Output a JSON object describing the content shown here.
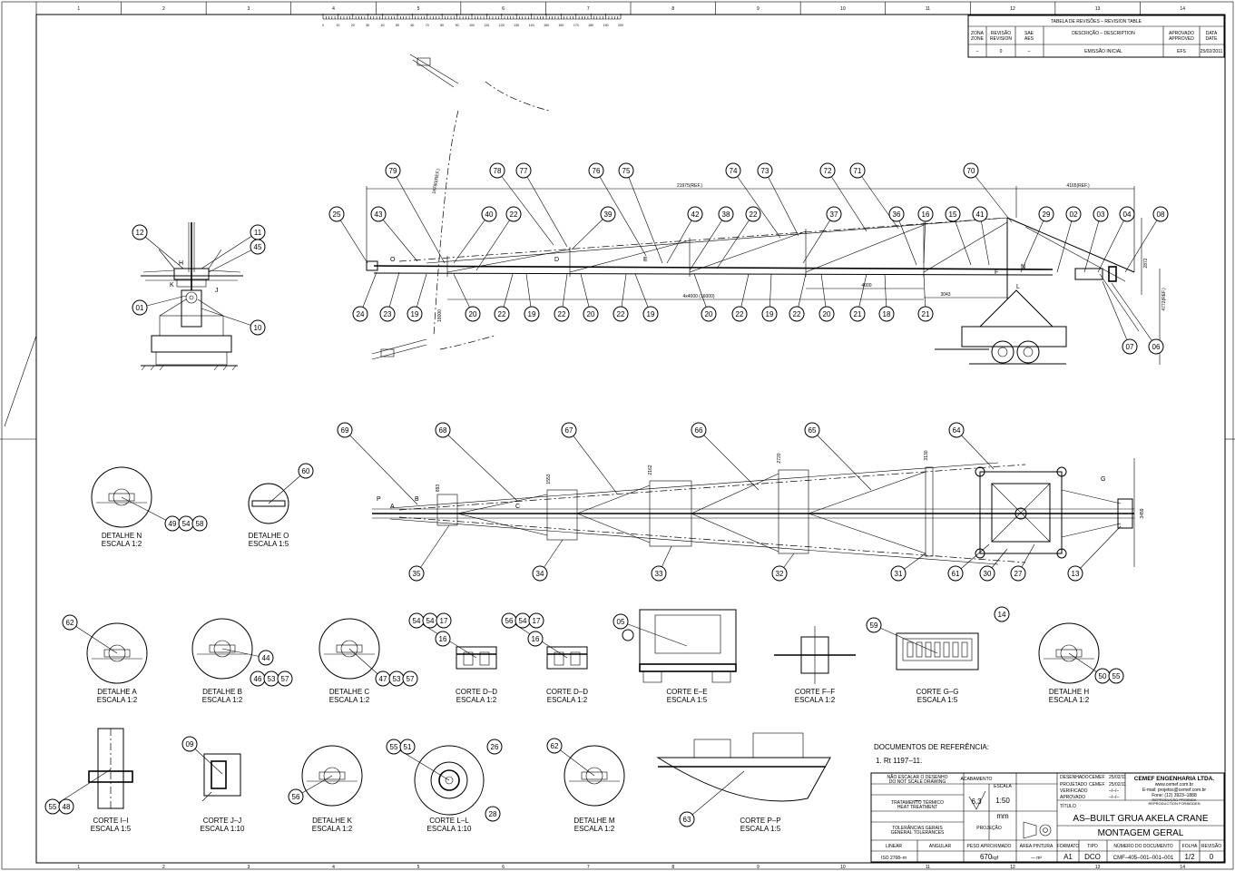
{
  "frame": {
    "columns": [
      "1",
      "2",
      "3",
      "4",
      "5",
      "6",
      "7",
      "8",
      "9",
      "10",
      "11",
      "12",
      "13",
      "14"
    ],
    "scale_ticks": [
      "0",
      "10",
      "20",
      "30",
      "40",
      "50",
      "60",
      "70",
      "80",
      "90",
      "100",
      "110",
      "120",
      "130",
      "140",
      "150",
      "160",
      "170",
      "180",
      "190",
      "200"
    ]
  },
  "revision_table": {
    "title": "TABELA DE REVISÕES – REVISION TABLE",
    "headers": [
      "ZONA\nZONE",
      "REVISÃO\nREVISION",
      "SAE\nAES",
      "DESCRIÇÃO – DESCRIPTION",
      "APROVADO\nAPPROVED",
      "DATA\nDATE"
    ],
    "rows": [
      [
        "–",
        "0",
        "–",
        "EMISSÃO INICIAL",
        "EFS",
        "25/02/2011"
      ]
    ]
  },
  "dimensions": {
    "overall": "21975(REF.)",
    "right": "4165(REF.)",
    "spacing": "4x4000 (16000)",
    "d4000": "4000",
    "d3043": "3043",
    "h2872": "2872",
    "h4772": "4772(REF.)",
    "rot1": "16780(REF.)",
    "rot2": "18000",
    "w893": "893",
    "w1553": "1553",
    "w2162": "2162",
    "w2720": "2720",
    "w3130": "3130",
    "w3459": "3459"
  },
  "section_marks": {
    "A": "A",
    "B": "B",
    "C": "C",
    "D": "D",
    "E": "E",
    "F": "F",
    "G": "G",
    "H": "H",
    "J": "J",
    "K": "K",
    "L": "L",
    "N": "N",
    "O": "O",
    "P": "P"
  },
  "balloons": {
    "top_view": [
      "79",
      "78",
      "77",
      "76",
      "75",
      "74",
      "73",
      "72",
      "71",
      "70",
      "25",
      "43",
      "40",
      "22",
      "39",
      "42",
      "38",
      "22",
      "37",
      "36",
      "16",
      "15",
      "41",
      "29",
      "02",
      "03",
      "04",
      "08",
      "24",
      "23",
      "19",
      "20",
      "22",
      "19",
      "22",
      "20",
      "22",
      "19",
      "20",
      "22",
      "19",
      "22",
      "20",
      "21",
      "18",
      "21",
      "07",
      "06"
    ],
    "side_view": [
      "12",
      "11",
      "45",
      "01",
      "10"
    ],
    "plan_view": [
      "69",
      "68",
      "67",
      "66",
      "65",
      "64",
      "35",
      "34",
      "33",
      "32",
      "31",
      "61",
      "30",
      "27",
      "13"
    ]
  },
  "details": [
    {
      "id": "n",
      "title": "DETALHE N",
      "scale": "ESCALA 1:2",
      "balloons": [
        "49",
        "54",
        "58"
      ]
    },
    {
      "id": "o",
      "title": "DETALHE O",
      "scale": "ESCALA 1:5",
      "balloons": [
        "60"
      ]
    },
    {
      "id": "a",
      "title": "DETALHE A",
      "scale": "ESCALA 1:2",
      "balloons": [
        "62"
      ]
    },
    {
      "id": "b",
      "title": "DETALHE B",
      "scale": "ESCALA 1:2",
      "balloons": [
        "44",
        "46",
        "53",
        "57"
      ]
    },
    {
      "id": "c",
      "title": "DETALHE C",
      "scale": "ESCALA 1:2",
      "balloons": [
        "47",
        "53",
        "57"
      ]
    },
    {
      "id": "d1",
      "title": "CORTE D–D",
      "scale": "ESCALA 1:2",
      "balloons": [
        "54",
        "54",
        "17",
        "16"
      ]
    },
    {
      "id": "d2",
      "title": "CORTE D–D",
      "scale": "ESCALA 1:2",
      "balloons": [
        "56",
        "54",
        "17",
        "16"
      ]
    },
    {
      "id": "e",
      "title": "CORTE E–E",
      "scale": "ESCALA 1:5",
      "balloons": [
        "05"
      ]
    },
    {
      "id": "f",
      "title": "CORTE F–F",
      "scale": "ESCALA 1:2",
      "balloons": []
    },
    {
      "id": "g",
      "title": "CORTE G–G",
      "scale": "ESCALA 1:5",
      "balloons": [
        "59",
        "14"
      ]
    },
    {
      "id": "h",
      "title": "DETALHE H",
      "scale": "ESCALA 1:2",
      "balloons": [
        "50",
        "55"
      ]
    },
    {
      "id": "i",
      "title": "CORTE I–I",
      "scale": "ESCALA 1:5",
      "balloons": [
        "55",
        "48"
      ]
    },
    {
      "id": "j",
      "title": "CORTE J–J",
      "scale": "ESCALA 1:10",
      "balloons": [
        "09"
      ]
    },
    {
      "id": "k",
      "title": "DETALHE K",
      "scale": "ESCALA 1:2",
      "balloons": [
        "56"
      ]
    },
    {
      "id": "l",
      "title": "CORTE L–L",
      "scale": "ESCALA 1:10",
      "balloons": [
        "55",
        "51",
        "26",
        "28"
      ]
    },
    {
      "id": "m",
      "title": "DETALHE M",
      "scale": "ESCALA 1:2",
      "balloons": [
        "62"
      ]
    },
    {
      "id": "p",
      "title": "CORTE P–P",
      "scale": "ESCALA 1:5",
      "balloons": [
        "63"
      ]
    }
  ],
  "references": {
    "title": "DOCUMENTOS DE REFERÊNCIA:",
    "items": [
      "1.  Rt 1197–11."
    ]
  },
  "title_block": {
    "company": "CEMEF ENGENHARIA LTDA.",
    "website": "www.cemef.com.br",
    "email": "E-mail: projetos@cemef.com.br",
    "phone": "Fone: (12) 3923–1888",
    "prop1": "REPRODUÇÃO PROIBIDA",
    "prop2": "REPRODUCTION FORBIDDEN",
    "title1": "AS–BUILT GRUA AKELA CRANE",
    "title2": "MONTAGEM GERAL",
    "scale": "1:50",
    "units": "mm",
    "roughness": "6,3",
    "dash": "—",
    "weight": "670",
    "weight_unit": "kgf",
    "area": "— m²",
    "format": "A1",
    "type": "DCO",
    "number": "CMF–405–001–001–001",
    "sheet": "1/2",
    "revision": "0",
    "standard": "ISO 2768–m",
    "date1": "25/02/11",
    "date2": "25/02/11",
    "by1": "CEMEF",
    "by2": "CEMEF",
    "blank": "–/–/–",
    "lbl_cotas": "NÃO ESCALAR O DESENHO",
    "lbl_cotas2": "DO NOT SCALE DRAWING",
    "lbl_trat": "TRATAMENTO TÉRMICO",
    "lbl_trat2": "HEAT TREATMENT",
    "lbl_tol": "TOLERÂNCIAS GERAIS",
    "lbl_tol2": "GENERAL TOLERANCES",
    "lbl_acab": "ACABAMENTO",
    "lbl_esc": "ESCALA",
    "lbl_proj": "PROJEÇÃO",
    "lbl_linear": "LINEAR",
    "lbl_angular": "ANGULAR",
    "lbl_peso": "PESO APROXIMADO",
    "lbl_areapint": "ÁREA PINTURA",
    "lbl_formato": "FORMATO",
    "lbl_tipo": "TIPO",
    "lbl_numero": "NÚMERO DO DOCUMENTO",
    "lbl_folha": "FOLHA",
    "lbl_rev": "REVISÃO",
    "lbl_des": "DESENHADO",
    "lbl_proj2": "PROJETADO",
    "lbl_verif": "VERIFICADO",
    "lbl_aprov": "APROVADO",
    "lbl_titulo": "TÍTULO"
  }
}
